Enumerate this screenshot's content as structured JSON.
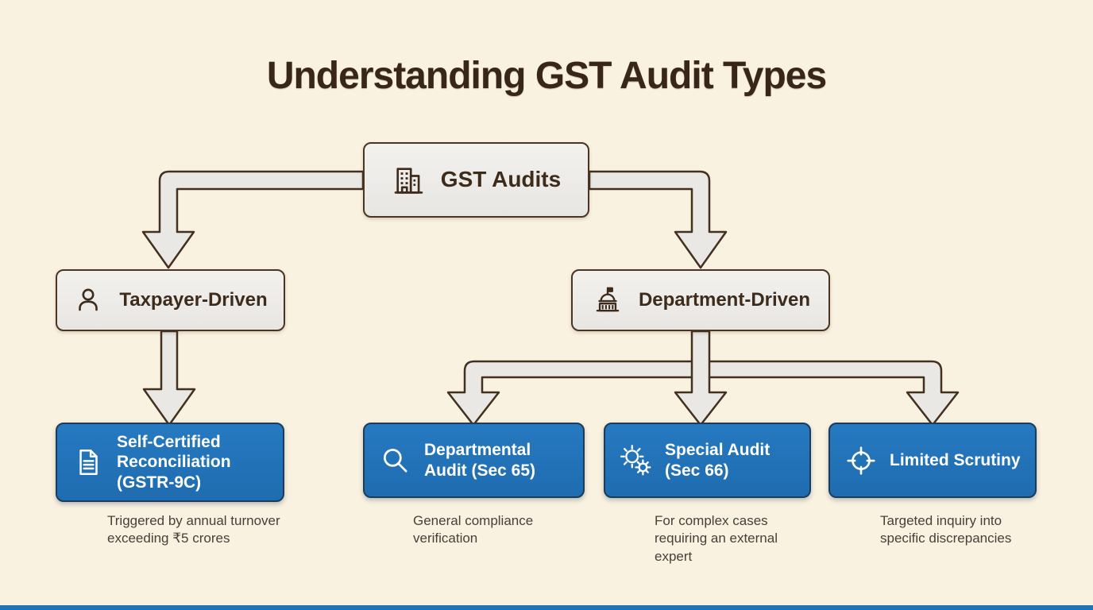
{
  "title": "Understanding GST Audit Types",
  "root": {
    "label": "GST Audits",
    "icon": "building-icon"
  },
  "branches": [
    {
      "label": "Taxpayer-Driven",
      "icon": "person-icon"
    },
    {
      "label": "Department-Driven",
      "icon": "government-building-icon"
    }
  ],
  "leaves": [
    {
      "label": "Self-Certified Reconciliation (GSTR-9C)",
      "icon": "document-icon",
      "caption": "Triggered by annual turnover exceeding ₹5 crores"
    },
    {
      "label": "Departmental Audit (Sec 65)",
      "icon": "magnifier-icon",
      "caption": "General compliance verification"
    },
    {
      "label": "Special Audit (Sec 66)",
      "icon": "gears-icon",
      "caption": "For complex cases requiring an external expert"
    },
    {
      "label": "Limited Scrutiny",
      "icon": "crosshair-icon",
      "caption": "Targeted inquiry into specific discrepancies"
    }
  ],
  "colors": {
    "background": "#faf2e0",
    "gray_box": "#ebeae7",
    "blue_box": "#2173b9",
    "outline_brown": "#46301f",
    "title_text": "#38261a",
    "caption_text": "#46403a",
    "footer_bar": "#2173b9"
  }
}
